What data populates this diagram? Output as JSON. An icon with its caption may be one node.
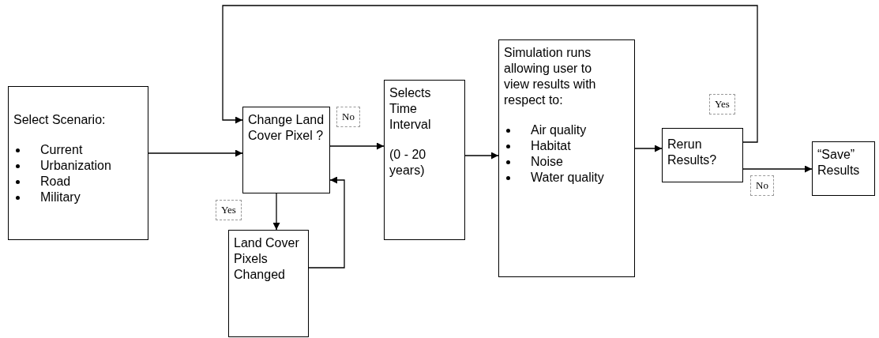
{
  "diagram": {
    "nodes": [
      {
        "text": [
          "Select Scenario:",
          "Current",
          "Urbanization",
          "Road",
          "Military"
        ]
      },
      {
        "text": [
          "Change Land Cover Pixel ?"
        ]
      },
      {
        "text": [
          "Land Cover Pixels Changed"
        ]
      },
      {
        "text": [
          "Selects Time Interval",
          "(0 - 20 years)"
        ]
      },
      {
        "text": [
          "Simulation runs allowing user to view results with respect to:",
          "Air quality",
          "Habitat",
          "Noise",
          "Water quality"
        ]
      },
      {
        "text": [
          "Rerun Results?"
        ]
      },
      {
        "text": [
          "“Save” Results"
        ]
      }
    ],
    "edges": [
      {
        "from": 0,
        "to": 1,
        "arrow": "to"
      },
      {
        "from": 1,
        "to": 3,
        "arrow": "to",
        "label": "No"
      },
      {
        "from": 1,
        "to": 2,
        "arrow": "to",
        "label": "Yes"
      },
      {
        "from": 2,
        "to": 1,
        "arrow": "to"
      },
      {
        "from": 3,
        "to": 4,
        "arrow": "to"
      },
      {
        "from": 4,
        "to": 5,
        "arrow": "to"
      },
      {
        "from": 5,
        "to": 1,
        "arrow": "to",
        "label": "Yes"
      },
      {
        "from": 5,
        "to": 6,
        "arrow": "to",
        "label": "No"
      }
    ]
  }
}
